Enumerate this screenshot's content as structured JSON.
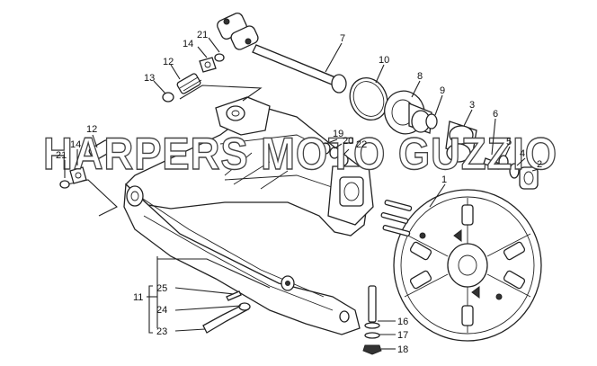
{
  "watermark": "HARPERS MOTO GUZZIO",
  "labels": {
    "l1": "1",
    "l2": "2",
    "l3": "3",
    "l4": "4",
    "l5": "5",
    "l6": "6",
    "l7": "7",
    "l8": "8",
    "l9": "9",
    "l10": "10",
    "l11": "11",
    "l12a": "12",
    "l12b": "12",
    "l13": "13",
    "l14a": "14",
    "l14b": "14",
    "l16": "16",
    "l17": "17",
    "l18": "18",
    "l19": "19",
    "l20": "20",
    "l21a": "21",
    "l21b": "21",
    "l22": "22",
    "l23": "23",
    "l24": "24",
    "l25": "25"
  }
}
